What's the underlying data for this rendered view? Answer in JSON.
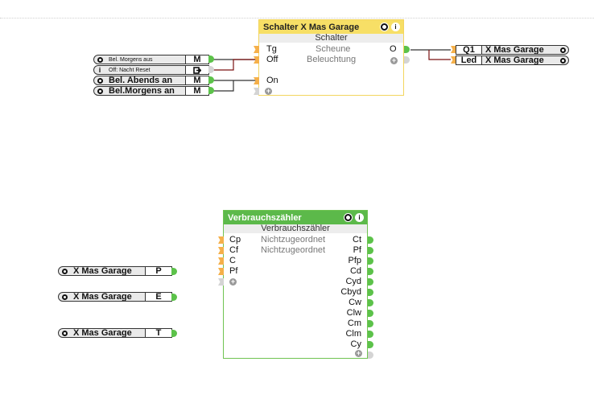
{
  "canvas": {
    "grid_line": true
  },
  "colors": {
    "schalter_header": "#f7df66",
    "verbrauch_header": "#5cb94a",
    "port_active": "#5cc24a",
    "port_inactive": "#d4d4d4",
    "input_port": "#f5b04a",
    "wire_dark": "#333333",
    "wire_red": "#7a1010"
  },
  "inputs_left_top": [
    {
      "icon": "gear-icon",
      "label": "Bel. Morgens aus",
      "tag": "M",
      "size": "small",
      "port": "active"
    },
    {
      "icon": "info-icon",
      "label": "Off: Nacht Reset",
      "tag": "⮕",
      "tag_icon": "exit-icon",
      "size": "small",
      "port": "inactive"
    },
    {
      "icon": "gear-icon",
      "label": "Bel. Abends an",
      "tag": "M",
      "size": "big",
      "port": "active"
    },
    {
      "icon": "gear-icon",
      "label": "Bel.Morgens an",
      "tag": "M",
      "size": "big",
      "port": "active"
    }
  ],
  "schalter_block": {
    "title": "Schalter X Mas Garage",
    "subtitle": "Schalter",
    "inputs": [
      "Tg",
      "Off",
      "On"
    ],
    "middle": [
      "Scheune",
      "Beleuchtung"
    ],
    "outputs": [
      "O"
    ]
  },
  "outputs_right": [
    {
      "tag": "Q1",
      "label": "X Mas Garage",
      "icon": "gear-icon"
    },
    {
      "tag": "Led",
      "label": "X Mas Garage",
      "icon": "gear-icon"
    }
  ],
  "inputs_left_bottom": [
    {
      "icon": "gear-icon",
      "label": "X Mas Garage",
      "tag": "P"
    },
    {
      "icon": "gear-icon",
      "label": "X Mas Garage",
      "tag": "E"
    },
    {
      "icon": "gear-icon",
      "label": "X Mas Garage",
      "tag": "T"
    }
  ],
  "verbrauch_block": {
    "title": "Verbrauchszähler",
    "subtitle": "Verbrauchszähler",
    "inputs": [
      "Cp",
      "Cf",
      "C",
      "Pf"
    ],
    "middle": [
      "Nichtzugeordnet",
      "Nichtzugeordnet"
    ],
    "outputs": [
      "Ct",
      "Pf",
      "Pfp",
      "Cd",
      "Cyd",
      "Cbyd",
      "Cw",
      "Clw",
      "Cm",
      "Clm",
      "Cy"
    ]
  }
}
